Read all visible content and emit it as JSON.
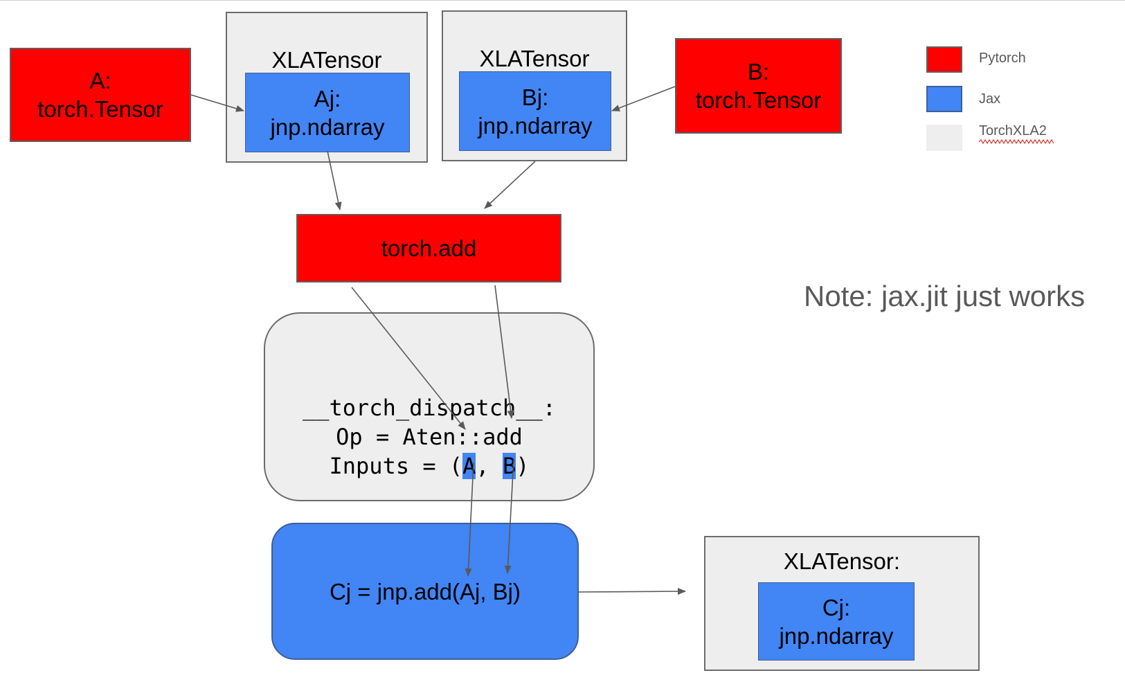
{
  "node_a": {
    "line1": "A:",
    "line2": "torch.Tensor"
  },
  "node_b": {
    "line1": "B:",
    "line2": "torch.Tensor"
  },
  "xla_left": {
    "title": "XLATensor",
    "inner_line1": "Aj:",
    "inner_line2": "jnp.ndarray"
  },
  "xla_mid": {
    "title": "XLATensor",
    "inner_line1": "Bj:",
    "inner_line2": "jnp.ndarray"
  },
  "torch_add": {
    "label": "torch.add"
  },
  "dispatch": {
    "line1": "__torch_dispatch__:",
    "line2": "Op = Aten::add",
    "line3_prefix": "Inputs = (",
    "input_a": "A",
    "separator": ", ",
    "input_b": "B",
    "line3_suffix": ")"
  },
  "jnp_add": {
    "label": "Cj = jnp.add(Aj, Bj)"
  },
  "xla_out": {
    "title": "XLATensor:",
    "inner_line1": "Cj:",
    "inner_line2": "jnp.ndarray"
  },
  "note": "Note: jax.jit just works",
  "legend": {
    "items": [
      {
        "label": "Pytorch",
        "color": "#ff0000"
      },
      {
        "label": "Jax",
        "color": "#4285f4"
      },
      {
        "label": "TorchXLA2",
        "color": "#eeeeee"
      }
    ]
  },
  "colors": {
    "pytorch": "#ff0000",
    "jax": "#4285f4",
    "torchxla2": "#eeeeee",
    "arrow": "#595959"
  }
}
